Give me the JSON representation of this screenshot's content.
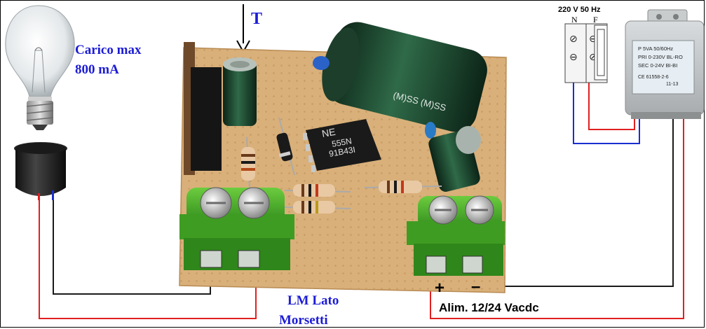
{
  "labels": {
    "marker_t": "T",
    "load_line1": "Carico max",
    "load_line2": "800 mA",
    "terminal_line1": "LM Lato",
    "terminal_line2": "Morsetti",
    "supply": "Alim. 12/24 Vacdc",
    "plus_sign": "+",
    "minus_sign": "–",
    "mains": "220 V 50 Hz",
    "mains_neutral": "N",
    "mains_phase": "F"
  },
  "components": {
    "ic_brand": "NE",
    "ic_part": "555N",
    "ic_code": "91B43I",
    "capacitor_text": "(M)SS (M)SS",
    "transformer_line1": "P 5VA 50/60Hz",
    "transformer_line2": "PRI 0-230V BL-RO",
    "transformer_line3": "SEC 0-24V BI-BI",
    "transformer_line4": "CE 61558-2-6",
    "transformer_line5": "11-13"
  },
  "colors": {
    "label_blue": "#1c1cd6",
    "wire_red": "#e02020",
    "wire_blue": "#1a2ed0",
    "wire_black": "#1a1a1a",
    "terminal_green": "#4caf2a",
    "pcb_tan": "#d9b07a"
  }
}
